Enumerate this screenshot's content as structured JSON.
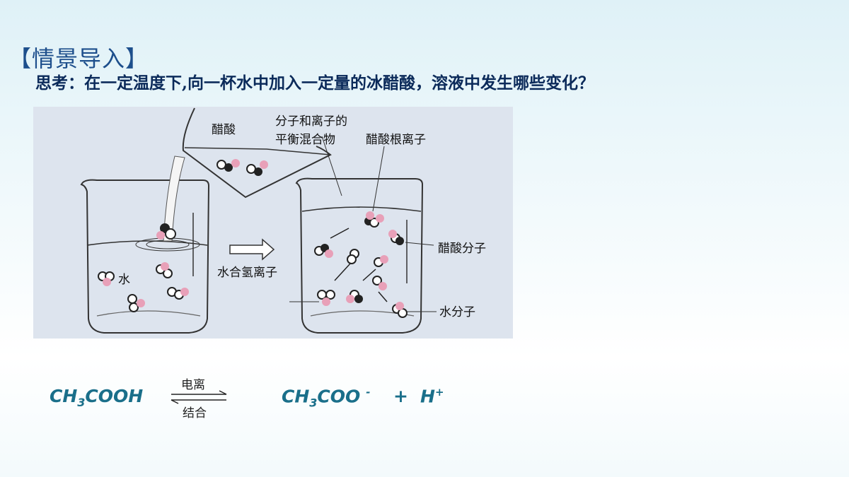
{
  "section_title": "【情景导入】",
  "question": "思考：在一定温度下,向一杯水中加入一定量的冰醋酸，溶液中发生哪些变化？",
  "figure": {
    "labels": {
      "acetic_acid": "醋酸",
      "water": "水",
      "equilibrium_line1": "分子和离子的",
      "equilibrium_line2": "平衡混合物",
      "acetate_ion": "醋酸根离子",
      "acetic_acid_molecule": "醋酸分子",
      "hydronium_ion": "水合氢离子",
      "water_molecule": "水分子"
    }
  },
  "equation": {
    "reactant_a": "CH",
    "reactant_sub": "3",
    "reactant_b": "COOH",
    "forward_condition": "电离",
    "reverse_condition": "结合",
    "product1_a": "CH",
    "product1_sub": "3",
    "product1_b": "COO",
    "product1_charge": "-",
    "plus": "+",
    "product2": "H",
    "product2_charge": "+"
  }
}
